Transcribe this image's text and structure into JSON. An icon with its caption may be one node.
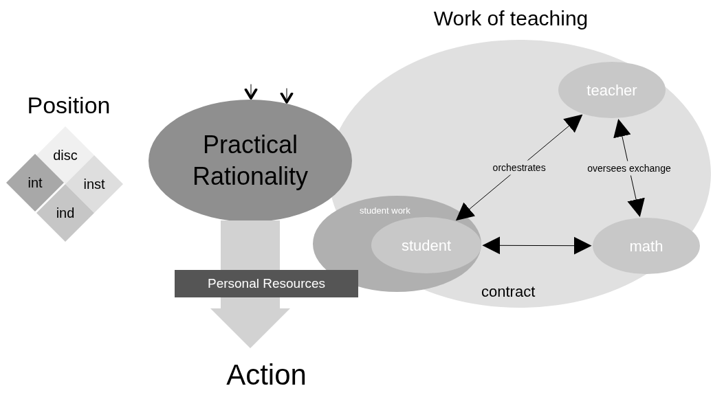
{
  "diagram": {
    "nodes": [
      {
        "text": [
          "Position"
        ]
      },
      {
        "text": [
          "disc"
        ],
        "in": 0
      },
      {
        "text": [
          "int"
        ],
        "in": 0
      },
      {
        "text": [
          "inst"
        ],
        "in": 0
      },
      {
        "text": [
          "ind"
        ],
        "in": 0
      },
      {
        "text": [
          "Practical Rationality"
        ]
      },
      {
        "text": [
          "Personal Resources"
        ]
      },
      {
        "text": [
          "Action"
        ]
      },
      {
        "text": [
          "Work of teaching"
        ]
      },
      {
        "text": [
          "teacher"
        ],
        "in": 8
      },
      {
        "text": [
          "student work"
        ]
      },
      {
        "text": [
          "student"
        ],
        "in": 10
      },
      {
        "text": [
          "math"
        ],
        "in": 8
      }
    ],
    "edges": [
      {
        "from": null,
        "to": 5,
        "arrow": "to"
      },
      {
        "from": null,
        "to": 5,
        "arrow": "to"
      },
      {
        "from": 5,
        "to": 7,
        "arrow": "to",
        "style": "thick"
      },
      {
        "from": 9,
        "to": 11,
        "arrow": "both",
        "label": "orchestrates"
      },
      {
        "from": 12,
        "to": 9,
        "arrow": "both",
        "label": "oversees exchange"
      },
      {
        "from": 11,
        "to": 12,
        "arrow": "both"
      }
    ],
    "labels": [
      "contract"
    ]
  }
}
